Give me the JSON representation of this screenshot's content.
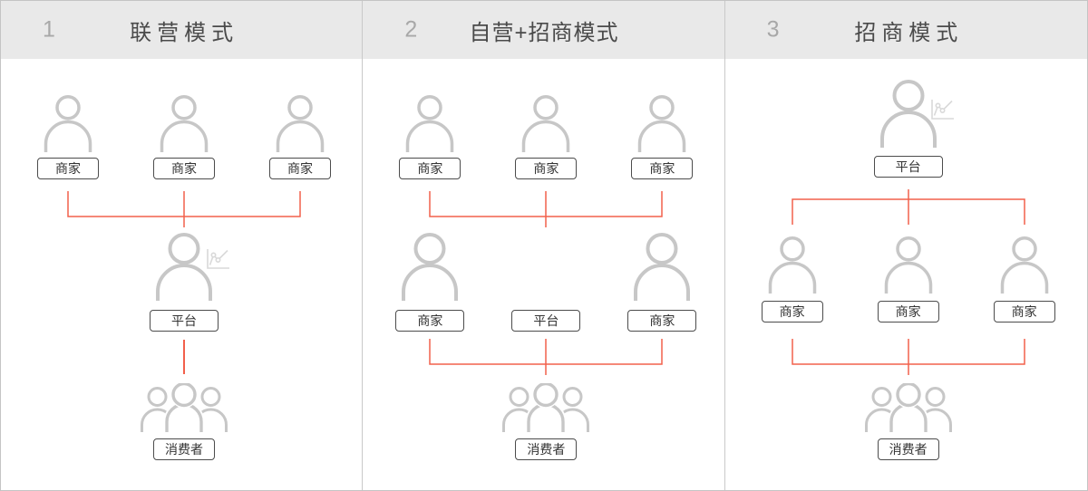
{
  "panels": [
    {
      "number": "1",
      "title": "联营模式",
      "top_merchants": [
        "商家",
        "商家",
        "商家"
      ],
      "platform_label": "平台",
      "consumer_label": "消费者"
    },
    {
      "number": "2",
      "title": "自营+招商模式",
      "top_merchants": [
        "商家",
        "商家",
        "商家"
      ],
      "middle_row": [
        "商家",
        "平台",
        "商家"
      ],
      "consumer_label": "消费者"
    },
    {
      "number": "3",
      "title": "招商模式",
      "platform_label": "平台",
      "merchants": [
        "商家",
        "商家",
        "商家"
      ],
      "consumer_label": "消费者"
    }
  ],
  "colors": {
    "header_bg": "#e9e9e9",
    "panel_bg": "#ffffff",
    "outer_border": "#c4c4c4",
    "divider": "#c9c9c9",
    "connector_red": "#f2604b",
    "person_icon_gray": "#c7c7c7",
    "chart_icon_gray": "#d9d9d9",
    "label_box_border": "#4c4c4c",
    "label_text": "#333333",
    "number_gray": "#a8a8a8",
    "title_text": "#4a4a4a"
  },
  "icons": {
    "person": "single-person-outline-icon",
    "people_group": "three-person-consumers-icon",
    "trend_chart": "line-chart-trend-icon"
  }
}
